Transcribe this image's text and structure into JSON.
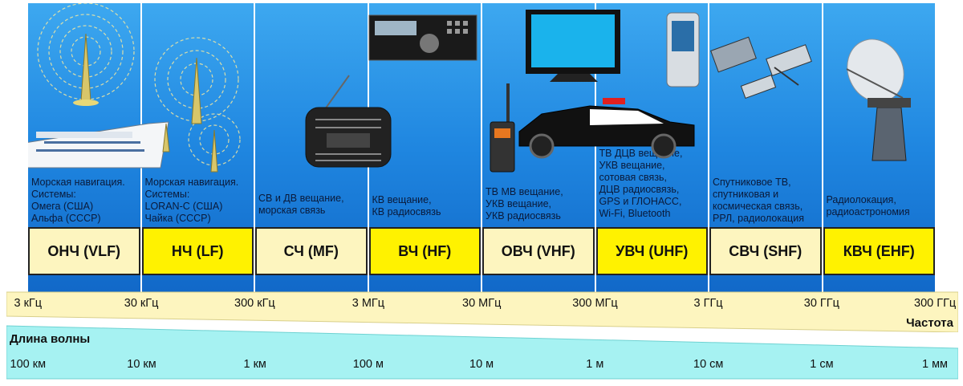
{
  "bands": [
    {
      "label": "ОНЧ (VLF)",
      "description": "Морская навигация.\nСистемы:\nОмега (США)\nАльфа (СССР)",
      "style": "light"
    },
    {
      "label": "НЧ (LF)",
      "description": "Морская навигация.\nСистемы:\nLORAN-C (США)\nЧайка (СССР)",
      "style": "dark"
    },
    {
      "label": "СЧ (MF)",
      "description": "СВ и ДВ вещание,\nморская связь",
      "style": "light"
    },
    {
      "label": "ВЧ (HF)",
      "description": "КВ вещание,\nКВ радиосвязь",
      "style": "dark"
    },
    {
      "label": "ОВЧ (VHF)",
      "description": "ТВ МВ вещание,\nУКВ вещание,\nУКВ радиосвязь",
      "style": "light"
    },
    {
      "label": "УВЧ (UHF)",
      "description": "ТВ ДЦВ вещание,\nУКВ вещание,\nсотовая связь,\nДЦВ радиосвязь,\nGPS и ГЛОНАСС,\nWi-Fi, Bluetooth",
      "style": "dark"
    },
    {
      "label": "СВЧ (SHF)",
      "description": "Спутниковое ТВ,\nспутниковая и\nкосмическая связь,\nРРЛ, радиолокация",
      "style": "light"
    },
    {
      "label": "КВЧ (EHF)",
      "description": "Радиолокация,\nрадиоастрономия",
      "style": "dark"
    }
  ],
  "frequency_axis": {
    "title": "Частота",
    "ticks": [
      "3 кГц",
      "30 кГц",
      "300 кГц",
      "3 МГц",
      "30 МГц",
      "300 МГц",
      "3 ГГц",
      "30 ГГц",
      "300 ГГц"
    ]
  },
  "wavelength_axis": {
    "title": "Длина волны",
    "ticks": [
      "100 км",
      "10 км",
      "1 км",
      "100 м",
      "10 м",
      "1 м",
      "10 см",
      "1 см",
      "1 мм"
    ]
  },
  "colors": {
    "band_gradient_top": "#3da8f0",
    "band_gradient_bottom": "#1168c8",
    "label_light": "#fdf5bf",
    "label_dark": "#fff200",
    "frequency_bar": "#fdf5bf",
    "wavelength_bar": "#a6f2f2"
  },
  "icons": [
    "radio-tower-icon",
    "ship-icon",
    "radio-receiver-icon",
    "transceiver-icon",
    "tv-icon",
    "police-car-icon",
    "walkie-talkie-icon",
    "mobile-phone-icon",
    "satellite-icon",
    "radio-telescope-icon"
  ]
}
